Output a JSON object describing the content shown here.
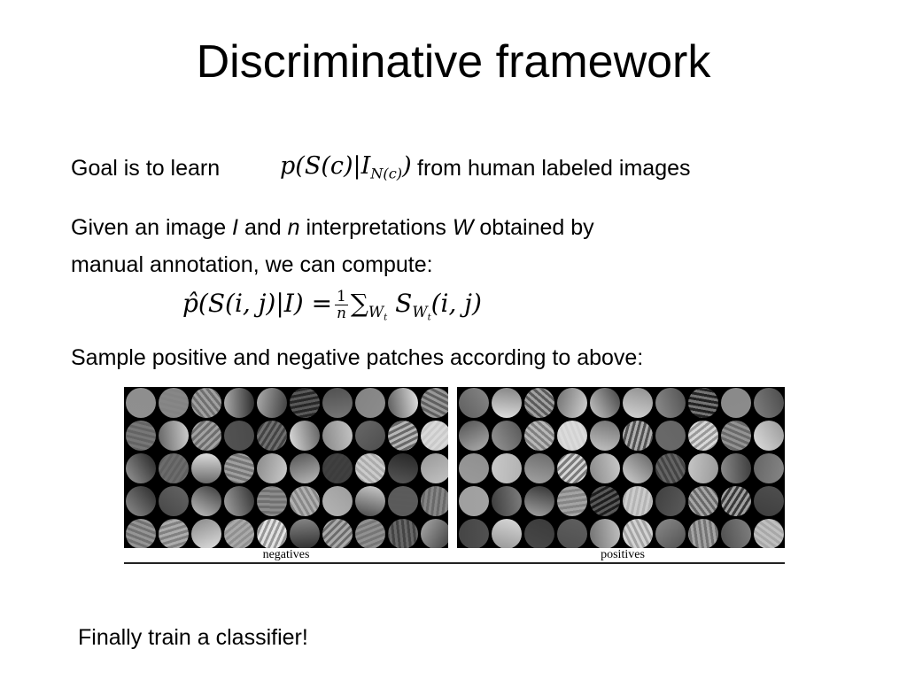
{
  "slide": {
    "title": "Discriminative framework",
    "goal": {
      "prefix": "Goal is to learn",
      "formula_p": "p(S(c)|I",
      "formula_sub": "N(c)",
      "formula_close": ")",
      "suffix": "from human labeled images"
    },
    "given": {
      "line1_a": "Given an image ",
      "line1_I": "I",
      "line1_b": " and ",
      "line1_n": "n",
      "line1_c": " interpretations ",
      "line1_W": "W",
      "line1_d": " obtained by",
      "line2": "manual annotation, we can compute:"
    },
    "formula2": {
      "lhs": "p̂(S(i, j)|I) =",
      "frac_num": "1",
      "frac_den": "n",
      "sum": "∑",
      "sum_sub": "W",
      "sum_sub2": "t",
      "term": "S",
      "term_sub": "W",
      "term_sub2": "t",
      "tail": "(i, j)"
    },
    "sample": "Sample positive and negative patches according to above:",
    "figure": {
      "neg_caption": "negatives",
      "pos_caption": "positives"
    },
    "final": "Finally train a classifier!"
  }
}
